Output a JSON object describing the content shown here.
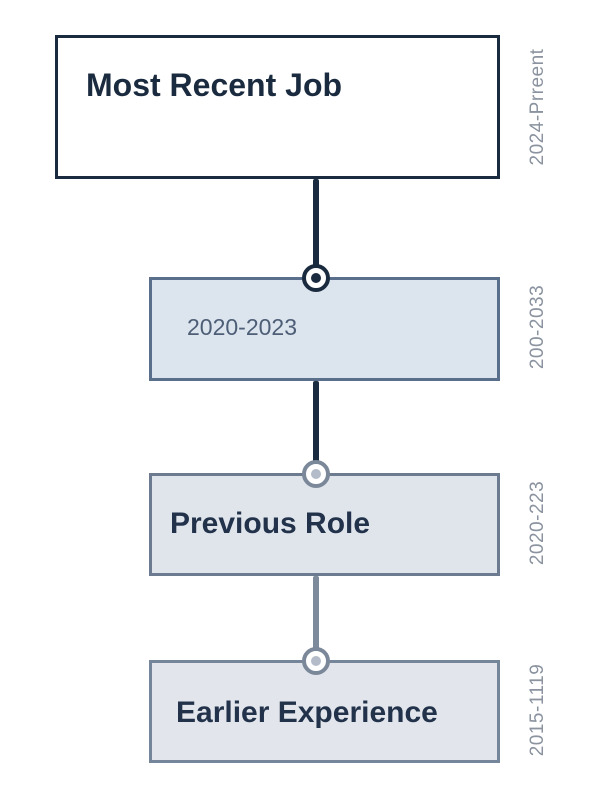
{
  "timeline": {
    "entries": [
      {
        "title": "Most Recent Job",
        "date": "2024-Prreent"
      },
      {
        "title": "2020-2023",
        "date": "200-2033"
      },
      {
        "title": "Previous Role",
        "date": "2020-223"
      },
      {
        "title": "Earlier Experience",
        "date": "2015-1119"
      }
    ]
  },
  "colors": {
    "dark_navy": "#1b2b3f",
    "slate": "#5a6f8c",
    "gray": "#76869a",
    "box_fill_light": "#dce4ee",
    "date_text": "#8a939f"
  }
}
